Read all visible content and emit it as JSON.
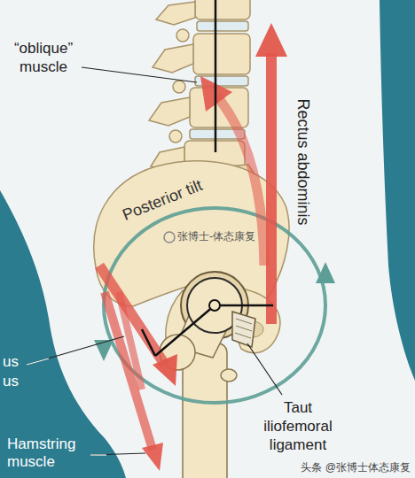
{
  "diagram": {
    "labels": [
      "“oblique” muscle",
      "Rectus abdominis",
      "Posterior tilt",
      "张博士-体态康复",
      "us us",
      "Taut iliofemoral ligament",
      "Hamstring muscle",
      "头条 @张博士体态康复"
    ]
  }
}
